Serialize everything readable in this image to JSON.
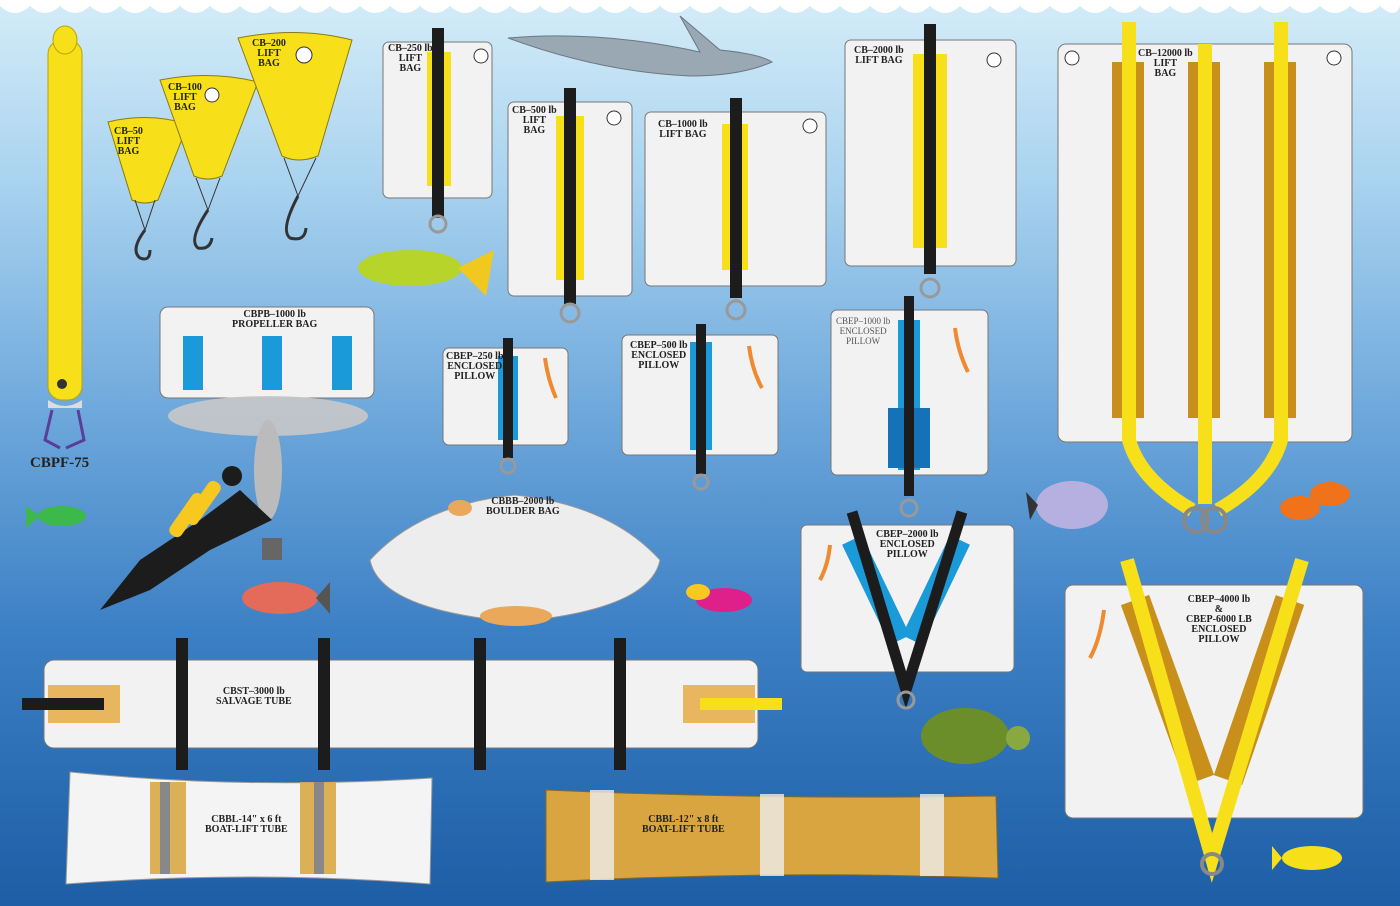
{
  "products": {
    "cbpf75": "CBPF-75",
    "cb50": "CB–50\nLIFT\nBAG",
    "cb100": "CB–100\nLIFT\nBAG",
    "cb200": "CB–200\nLIFT\nBAG",
    "cb250": "CB–250 lb\nLIFT\nBAG",
    "cb500": "CB–500 lb\nLIFT\nBAG",
    "cb1000": "CB–1000 lb\nLIFT BAG",
    "cb2000": "CB–2000 lb\nLIFT BAG",
    "cb12000": "CB–12000 lb\nLIFT\nBAG",
    "cbpb1000": "CBPB–1000 lb\nPROPELLER BAG",
    "cbep250": "CBEP–250 lb\nENCLOSED\nPILLOW",
    "cbep500": "CBEP–500 lb\nENCLOSED\nPILLOW",
    "cbep1000": "CBEP–1000 lb\nENCLOSED\nPILLOW",
    "cbep2000": "CBEP–2000 lb\nENCLOSED\nPILLOW",
    "cbep4000": "CBEP–4000 lb\n&\nCBEP-6000 LB\nENCLOSED\nPILLOW",
    "cbbb2000": "CBBB–2000 lb\nBOULDER BAG",
    "cbst3000": "CBST–3000 lb\nSALVAGE TUBE",
    "cbbl14": "CBBL-14\" x 6 ft\nBOAT-LIFT TUBE",
    "cbbl12": "CBBL-12\" x 8 ft\nBOAT-LIFT TUBE"
  },
  "colors": {
    "yellow": "#f7e01a",
    "strap": "#1c1c1c",
    "blue_strip": "#1a9ad8",
    "tan": "#c8901a",
    "bag": "#f2f2f2"
  }
}
